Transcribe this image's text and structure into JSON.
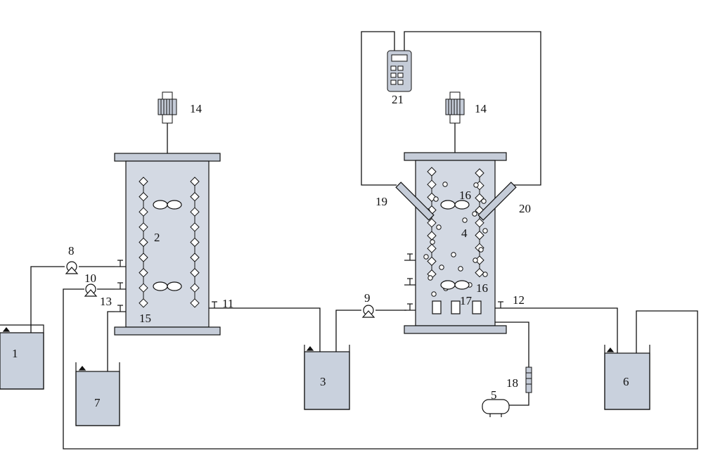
{
  "labels": {
    "tank_1": "1",
    "reactor_2": "2",
    "tank_3": "3",
    "reactor_4": "4",
    "air_pump_5": "5",
    "tank_6": "6",
    "tank_7": "7",
    "pump_8": "8",
    "pump_9": "9",
    "pump_10": "10",
    "port_11": "11",
    "port_12": "12",
    "port_13": "13",
    "motor_14_left": "14",
    "motor_14_right": "14",
    "port_15": "15",
    "impeller_16_top": "16",
    "impeller_16_bottom": "16",
    "diffuser_17": "17",
    "flowmeter_18": "18",
    "probe_19": "19",
    "probe_20": "20",
    "meter_21": "21"
  },
  "colors": {
    "line": "#111111",
    "water": "#c9d1dd",
    "water_top": "#dde3ec",
    "reactor_fill": "#d3d9e3",
    "plate": "#c5ccd8"
  }
}
